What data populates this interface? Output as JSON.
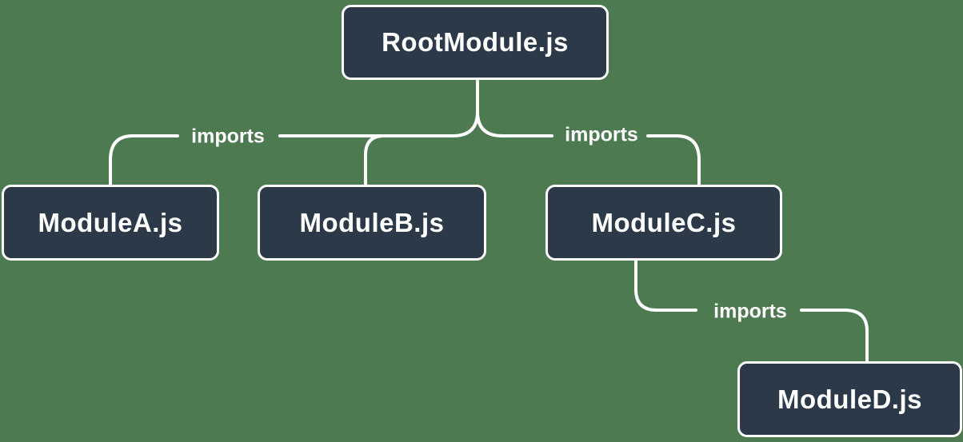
{
  "diagram": {
    "colors": {
      "background": "#4e7a52",
      "node_fill": "#2b3949",
      "node_border": "#ffffff",
      "line": "#ffffff",
      "text": "#ffffff"
    },
    "nodes": [
      {
        "id": "root",
        "label": "RootModule.js"
      },
      {
        "id": "a",
        "label": "ModuleA.js"
      },
      {
        "id": "b",
        "label": "ModuleB.js"
      },
      {
        "id": "c",
        "label": "ModuleC.js"
      },
      {
        "id": "d",
        "label": "ModuleD.js"
      }
    ],
    "edges": [
      {
        "from": "RootModule.js",
        "to": "ModuleA.js",
        "label": "imports"
      },
      {
        "from": "RootModule.js",
        "to": "ModuleB.js"
      },
      {
        "from": "RootModule.js",
        "to": "ModuleC.js",
        "label": "imports"
      },
      {
        "from": "ModuleC.js",
        "to": "ModuleD.js",
        "label": "imports"
      }
    ]
  }
}
